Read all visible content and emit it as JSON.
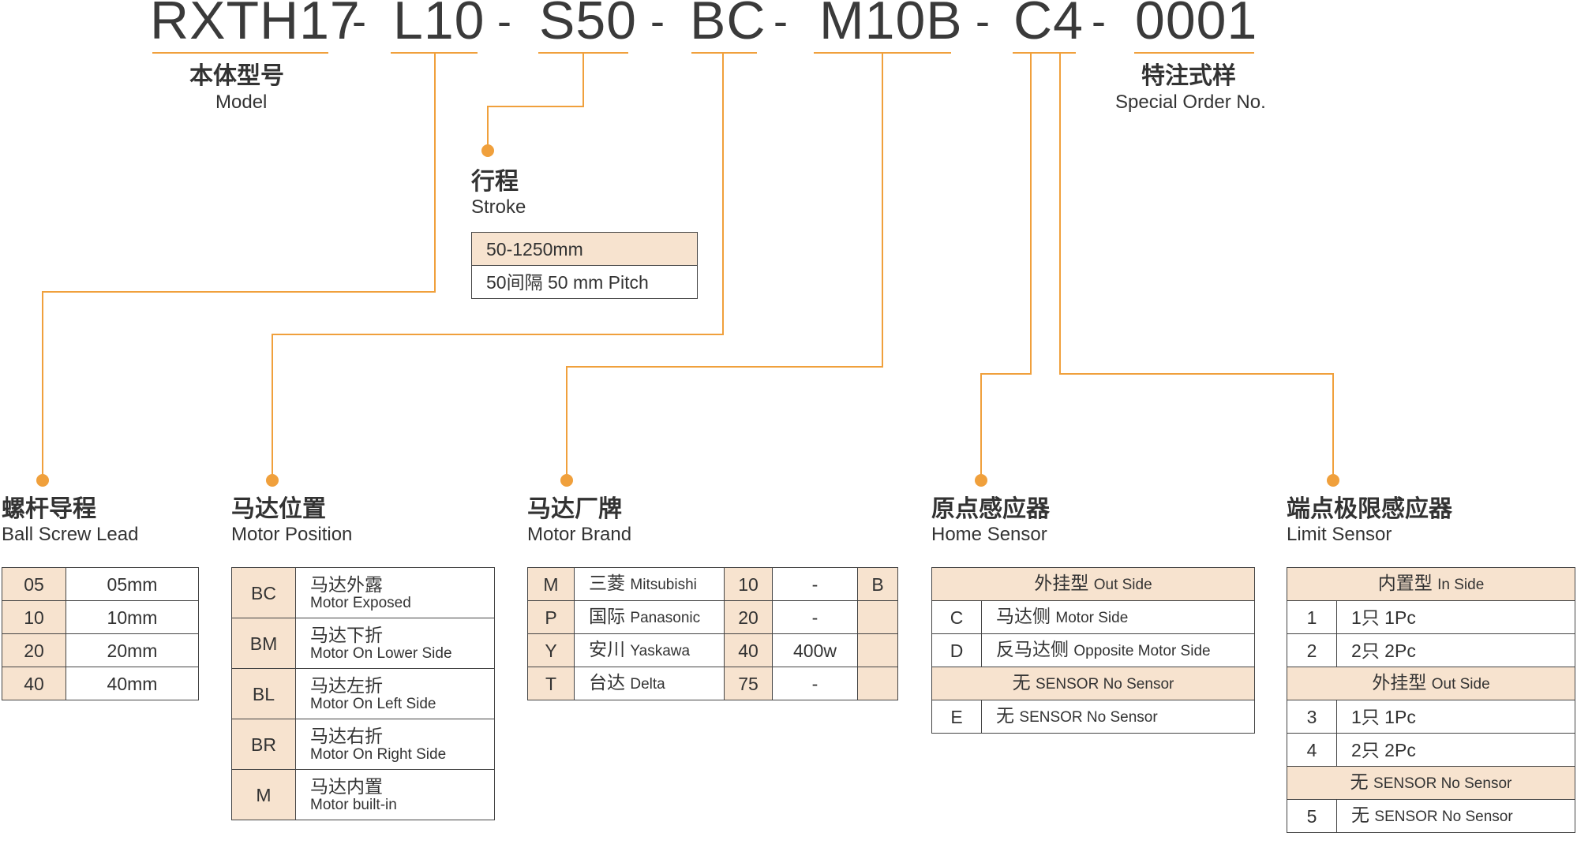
{
  "model_code": {
    "parts": [
      "RXTH17",
      "L10",
      "S50",
      "BC",
      "M10B",
      "C4",
      "0001"
    ],
    "separator": "-"
  },
  "model_label": {
    "cn": "本体型号",
    "en": "Model"
  },
  "special_label": {
    "cn": "特注式样",
    "en": "Special Order No."
  },
  "stroke": {
    "cn": "行程",
    "en": "Stroke",
    "range": "50-1250mm",
    "pitch": "50间隔 50 mm Pitch"
  },
  "lead": {
    "cn": "螺杆导程",
    "en": "Ball Screw Lead",
    "rows": [
      {
        "code": "05",
        "value": "05mm"
      },
      {
        "code": "10",
        "value": "10mm"
      },
      {
        "code": "20",
        "value": "20mm"
      },
      {
        "code": "40",
        "value": "40mm"
      }
    ]
  },
  "motor_position": {
    "cn": "马达位置",
    "en": "Motor Position",
    "rows": [
      {
        "code": "BC",
        "cn": "马达外露",
        "en": "Motor Exposed"
      },
      {
        "code": "BM",
        "cn": "马达下折",
        "en": "Motor On Lower Side"
      },
      {
        "code": "BL",
        "cn": "马达左折",
        "en": "Motor On Left Side"
      },
      {
        "code": "BR",
        "cn": "马达右折",
        "en": "Motor On Right Side"
      },
      {
        "code": "M",
        "cn": "马达内置",
        "en": "Motor built-in"
      }
    ]
  },
  "motor_brand": {
    "cn": "马达厂牌",
    "en": "Motor Brand",
    "rows": [
      {
        "code": "M",
        "cn": "三菱",
        "en": "Mitsubishi",
        "size": "10",
        "power": "-",
        "suffix": "B"
      },
      {
        "code": "P",
        "cn": "国际",
        "en": "Panasonic",
        "size": "20",
        "power": "-",
        "suffix": ""
      },
      {
        "code": "Y",
        "cn": "安川",
        "en": "Yaskawa",
        "size": "40",
        "power": "400w",
        "suffix": ""
      },
      {
        "code": "T",
        "cn": "台达",
        "en": "Delta",
        "size": "75",
        "power": "-",
        "suffix": ""
      }
    ]
  },
  "home_sensor": {
    "cn": "原点感应器",
    "en": "Home Sensor",
    "out_header_cn": "外挂型",
    "out_header_en": "Out Side",
    "rows": [
      {
        "code": "C",
        "cn": "马达侧",
        "en": "Motor Side"
      },
      {
        "code": "D",
        "cn": "反马达侧",
        "en": "Opposite Motor Side"
      }
    ],
    "none_header_cn": "无",
    "none_header_en": "SENSOR  No Sensor",
    "none_row": {
      "code": "E",
      "cn": "无",
      "en": "SENSOR  No Sensor"
    }
  },
  "limit_sensor": {
    "cn": "端点极限感应器",
    "en": "Limit Sensor",
    "in_header_cn": "内置型",
    "in_header_en": "In Side",
    "in_rows": [
      {
        "code": "1",
        "value": "1只 1Pc"
      },
      {
        "code": "2",
        "value": "2只 2Pc"
      }
    ],
    "out_header_cn": "外挂型",
    "out_header_en": "Out Side",
    "out_rows": [
      {
        "code": "3",
        "value": "1只 1Pc"
      },
      {
        "code": "4",
        "value": "2只 2Pc"
      }
    ],
    "none_header_cn": "无",
    "none_header_en": "SENSOR  No Sensor",
    "none_row": {
      "code": "5",
      "cn": "无",
      "en": "SENSOR  No Sensor"
    }
  },
  "colors": {
    "accent": "#f0a03c",
    "cell_fill": "#f7e3cf",
    "border": "#444444",
    "text": "#333333"
  }
}
